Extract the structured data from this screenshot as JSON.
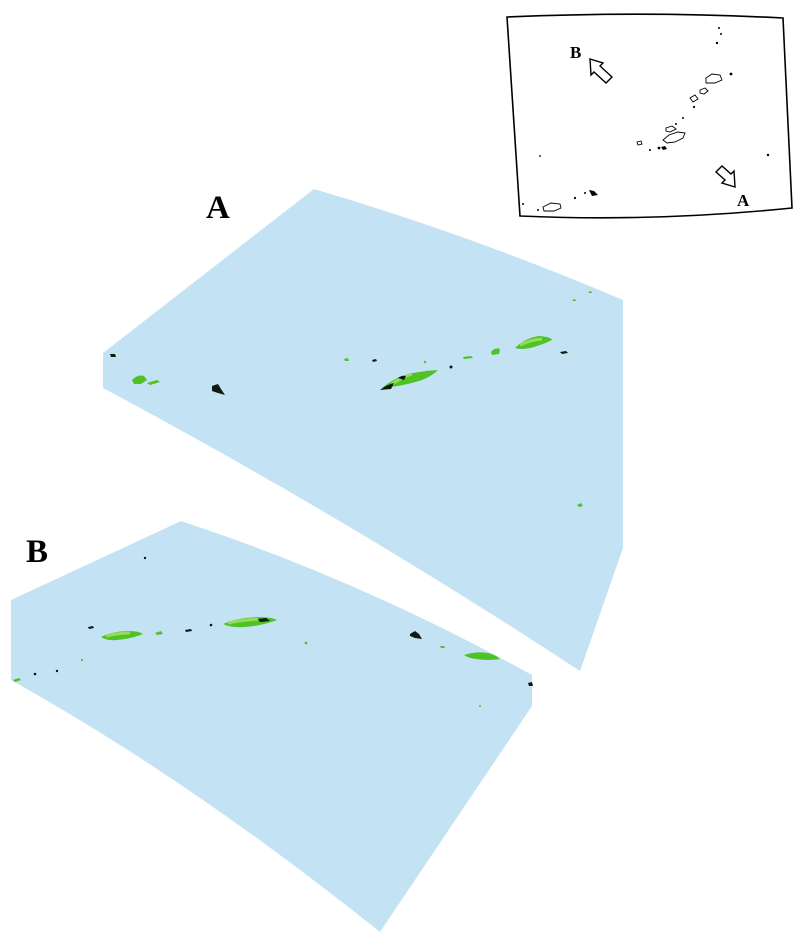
{
  "inset": {
    "label_a": "A",
    "label_b": "B"
  },
  "panels": {
    "a_label": "A",
    "b_label": "B"
  },
  "colors": {
    "surface": "#c3e2f4",
    "vegetation": "#4fc226",
    "vegetation_light": "#93dd5a",
    "dark": "#0c1a10",
    "outline": "#000000"
  }
}
